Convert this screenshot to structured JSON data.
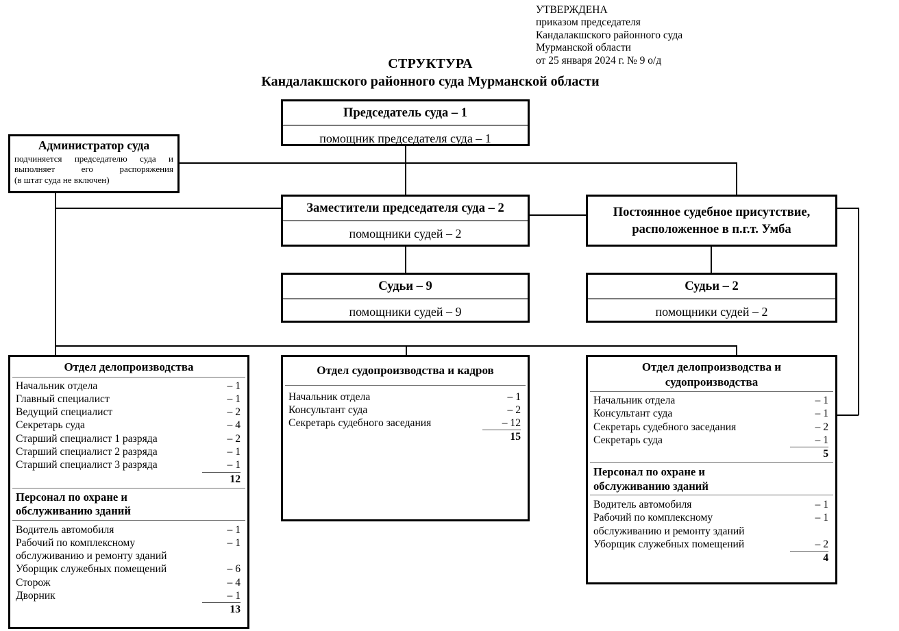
{
  "approval": {
    "lines": [
      "УТВЕРЖДЕНА",
      "приказом председателя",
      "Кандалакшского районного суда",
      "Мурманской области",
      "от 25 января 2024 г. № 9 о/д"
    ]
  },
  "title": {
    "line1": "СТРУКТУРА",
    "line2": "Кандалакшского районного суда Мурманской области"
  },
  "administrator": {
    "title": "Администратор суда",
    "note_line1": "подчиняется председателю суда и",
    "note_line2": "выполняет его распоряжения",
    "note_line3": "(в штат суда не включен)"
  },
  "chairman": {
    "head": "Председатель суда – 1",
    "sub": "помощник председателя суда – 1"
  },
  "deputy": {
    "head": "Заместители председателя суда – 2",
    "sub": "помощники судей – 2"
  },
  "presence": {
    "line1": "Постоянное судебное присутствие,",
    "line2": "расположенное в п.г.т. Умба"
  },
  "judges_main": {
    "head": "Судьи – 9",
    "sub": "помощники судей – 9"
  },
  "judges_umba": {
    "head": "Судьи – 2",
    "sub": "помощники судей – 2"
  },
  "dep_left": {
    "title": "Отдел делопроизводства",
    "rows": [
      {
        "label": "Начальник отдела",
        "num": "– 1"
      },
      {
        "label": "Главный специалист",
        "num": "– 1"
      },
      {
        "label": "Ведущий специалист",
        "num": "– 2"
      },
      {
        "label": "Секретарь суда",
        "num": "– 4"
      },
      {
        "label": "Старший специалист 1 разряда",
        "num": "– 2"
      },
      {
        "label": "Старший специалист 2 разряда",
        "num": "– 1"
      },
      {
        "label": "Старший специалист 3 разряда",
        "num": "– 1"
      }
    ],
    "total": "12",
    "subhead_line1": "Персонал по охране и",
    "subhead_line2": "обслуживанию зданий",
    "rows2": [
      {
        "label": "Водитель автомобиля",
        "num": "– 1",
        "cont": ""
      },
      {
        "label": "Рабочий по комплексному",
        "num": "– 1",
        "cont": "обслуживанию и ремонту зданий"
      },
      {
        "label": "Уборщик служебных помещений",
        "num": "– 6",
        "cont": ""
      },
      {
        "label": "Сторож",
        "num": "– 4",
        "cont": ""
      },
      {
        "label": "Дворник",
        "num": "– 1",
        "cont": ""
      }
    ],
    "total2": "13"
  },
  "dep_mid": {
    "title": "Отдел судопроизводства и кадров",
    "rows": [
      {
        "label": "Начальник отдела",
        "num": "– 1"
      },
      {
        "label": "Консультант суда",
        "num": "– 2"
      },
      {
        "label": "Секретарь судебного заседания",
        "num": "– 12"
      }
    ],
    "total": "15"
  },
  "dep_right": {
    "title_line1": "Отдел делопроизводства и",
    "title_line2": "судопроизводства",
    "rows": [
      {
        "label": "Начальник отдела",
        "num": "– 1"
      },
      {
        "label": "Консультант суда",
        "num": "– 1"
      },
      {
        "label": "Секретарь судебного заседания",
        "num": "– 2"
      },
      {
        "label": "Секретарь суда",
        "num": "– 1"
      }
    ],
    "total": "5",
    "subhead_line1": "Персонал по охране и",
    "subhead_line2": "обслуживанию зданий",
    "rows2": [
      {
        "label": "Водитель автомобиля",
        "num": "– 1",
        "cont": ""
      },
      {
        "label": "Рабочий по комплексному",
        "num": "– 1",
        "cont": "обслуживанию и ремонту зданий"
      },
      {
        "label": "Уборщик служебных помещений",
        "num": "– 2",
        "cont": ""
      }
    ],
    "total2": "4"
  }
}
